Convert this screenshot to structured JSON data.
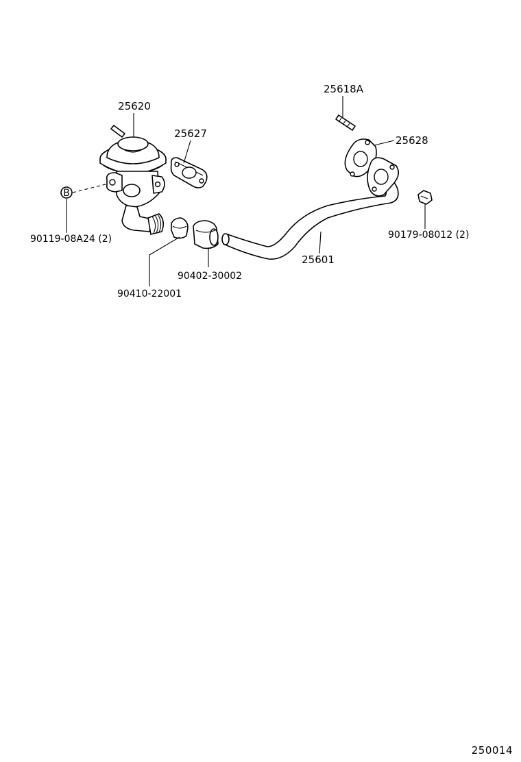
{
  "parts": {
    "egr_valve": "25620",
    "valve_gasket": "25627",
    "stud_bolt": "25618A",
    "pipe_gasket": "25628",
    "egr_pipe": "25601",
    "bolt_b": "90119-08A24 (2)",
    "ref_b_symbol": "B",
    "plug": "90410-22001",
    "cap": "90402-30002",
    "nut": "90179-08012 (2)"
  },
  "diagram_id": "250014"
}
